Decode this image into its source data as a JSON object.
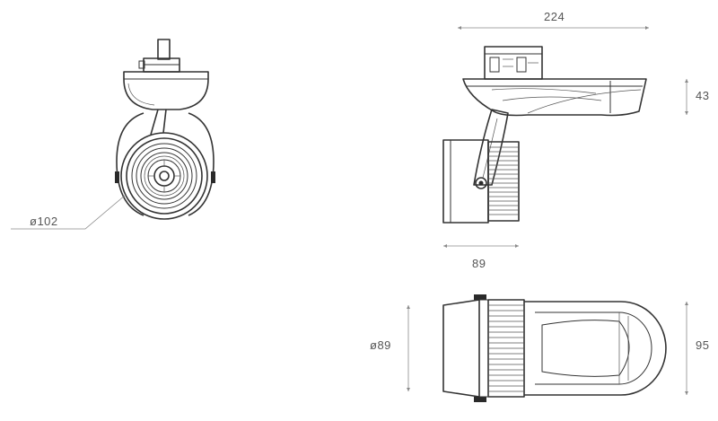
{
  "dimensions": {
    "front_diameter": "ø102",
    "side_length": "224",
    "side_height": "43",
    "side_depth": "89",
    "top_diameter": "ø89",
    "top_width": "95"
  },
  "colors": {
    "line": "#333333",
    "dimension_line": "#8a8a8a",
    "text": "#555555",
    "background": "#ffffff"
  }
}
